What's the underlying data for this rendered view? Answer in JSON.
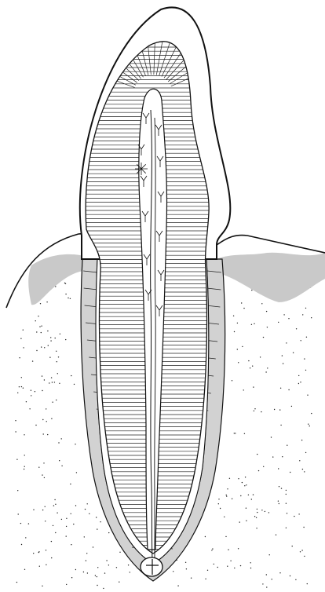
{
  "diagram": {
    "kind": "tooth-longitudinal-section",
    "labels": [],
    "colors": {
      "outline": "#111111",
      "gum": "#c9c9c9",
      "cementum": "#d2d2d2",
      "background": "#ffffff"
    },
    "parts": [
      "crown-enamel",
      "dentin-tubules",
      "pulp-chamber",
      "nerve-vessel",
      "root-canal",
      "gingiva",
      "periodontal-ligament",
      "alveolar-bone",
      "apical-foramen"
    ]
  }
}
